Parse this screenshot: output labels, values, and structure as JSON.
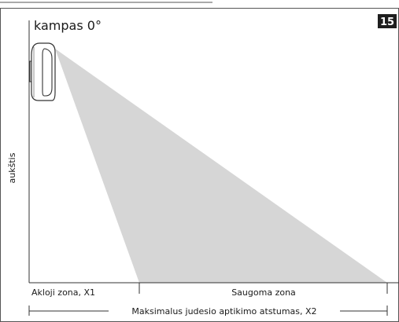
{
  "figure": {
    "number": "15",
    "angle_label": "kampas 0°",
    "y_axis_label": "aukštis",
    "zone_blind": "Akloji zona, X1",
    "zone_protected": "Saugoma zona",
    "max_distance": "Maksimalus judesio aptikimo atstumas, X2"
  },
  "colors": {
    "frame": "#555555",
    "beam": "#d6d6d6",
    "badge_bg": "#1e1e1e",
    "badge_text": "#ffffff"
  }
}
